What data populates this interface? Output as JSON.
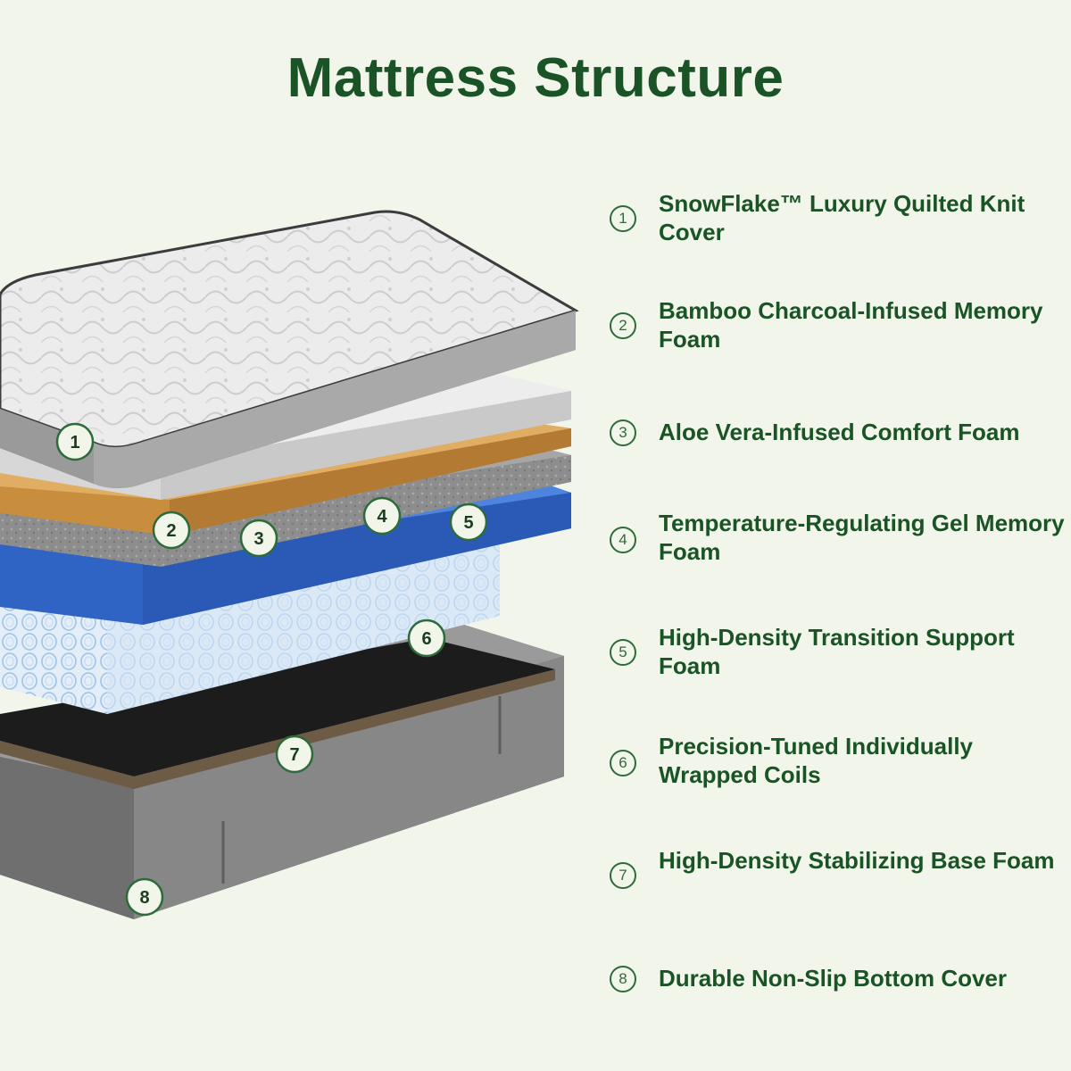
{
  "title": "Mattress Structure",
  "colors": {
    "background": "#f1f5ea",
    "title": "#1a5426",
    "label": "#1a5426",
    "marker_ring": "#2e6b3b",
    "cover": "#e6e6e6",
    "bamboo_foam": "#d9d9d9",
    "aloe_foam": "#c98d3e",
    "gel_foam": "#8a8a8a",
    "transition_foam": "#3d6fcf",
    "coils": "#cfe3f5",
    "base_foam": "#1c1c1c",
    "bottom_cover": "#8e8e8e"
  },
  "layers": [
    {
      "number": "1",
      "label": "SnowFlake™ Luxury Quilted Knit Cover",
      "icon": "quilted-cover-layer"
    },
    {
      "number": "2",
      "label": "Bamboo Charcoal-Infused Memory Foam",
      "icon": "foam-layer"
    },
    {
      "number": "3",
      "label": "Aloe Vera-Infused Comfort Foam",
      "icon": "foam-layer"
    },
    {
      "number": "4",
      "label": "Temperature-Regulating Gel Memory Foam",
      "icon": "foam-layer"
    },
    {
      "number": "5",
      "label": "High-Density Transition Support Foam",
      "icon": "foam-layer"
    },
    {
      "number": "6",
      "label": "Precision-Tuned Individually Wrapped Coils",
      "icon": "coil-layer"
    },
    {
      "number": "7",
      "label": "High-Density Stabilizing Base Foam",
      "icon": "foam-layer"
    },
    {
      "number": "8",
      "label": "Durable Non-Slip Bottom Cover",
      "icon": "bottom-cover-layer"
    }
  ]
}
